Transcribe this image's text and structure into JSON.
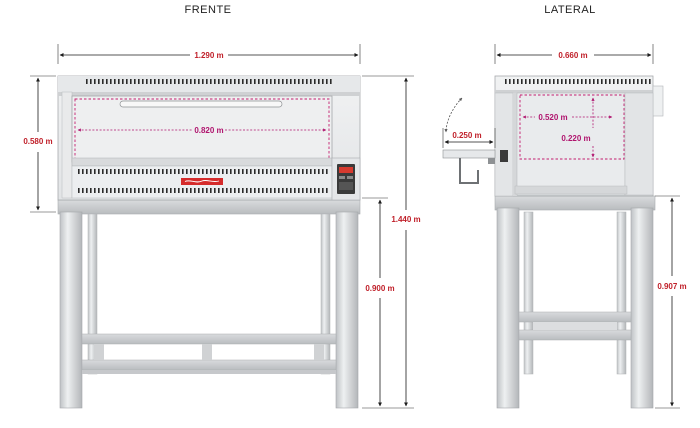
{
  "titles": {
    "front": "FRENTE",
    "side": "LATERAL"
  },
  "dimensions": {
    "front_width": "1.290 m",
    "oven_chamber_width": "0.820 m",
    "oven_height": "0.580 m",
    "total_height": "1.440 m",
    "stand_height_front": "0.900 m",
    "side_depth": "0.660 m",
    "chamber_depth": "0.520 m",
    "chamber_height": "0.220 m",
    "door_opening": "0.250 m",
    "stand_height_side": "0.907 m"
  },
  "colors": {
    "dimension_text": "#c0202a",
    "chamber_outline": "#c41e6e",
    "steel_light": "#ecedee",
    "steel_mid": "#d4d6d8",
    "steel_dark": "#9ea1a4",
    "vent_dark": "#2a2a2a",
    "brand_badge": "#d52b2b",
    "controller": "#3a3a3a"
  },
  "icons": {
    "door_swing": "curved-arrow-icon",
    "brand_logo": "brand-logo-badge"
  }
}
